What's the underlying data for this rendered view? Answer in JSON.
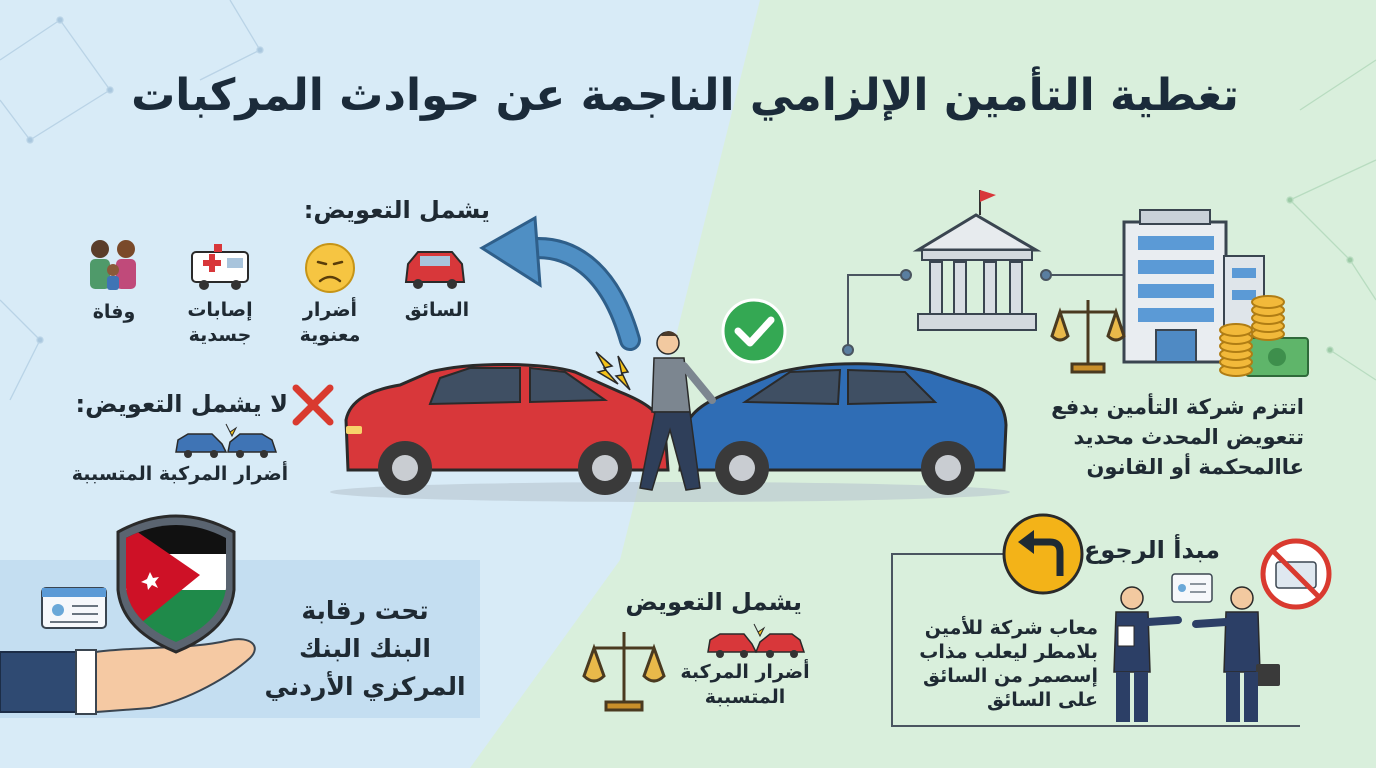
{
  "title": "تغطية التأمين الإلزامي الناجمة عن حوادث المركبات",
  "includes": {
    "heading": "يشمل التعويض:",
    "items": [
      {
        "label": "السائق",
        "icon": "red-car-icon"
      },
      {
        "label": "أضرار\nمعنوية",
        "icon": "sad-face-icon"
      },
      {
        "label": "إصابات\nجسدية",
        "icon": "ambulance-icon"
      },
      {
        "label": "وفاة",
        "icon": "family-icon"
      }
    ]
  },
  "excludes": {
    "heading": "لا يشمل التعويض:",
    "item": "أضرار المركبة المتسببة"
  },
  "company": {
    "text": "اتتزم شركة التأمين بدفع\nتتعويض المحدث محديد\nعاالمحكمة أو القانون"
  },
  "supervision": {
    "text": "تحت رقابة\nالبنك البنك\nالمركزي الأردني"
  },
  "compensation_bottom": {
    "heading": "يشمل التعويض",
    "item": "أضرار المركبة\nالمتسببة"
  },
  "recourse": {
    "heading": "مبدأ الرجوع",
    "text": "معاب شركة للأمين\nبلامطر ليعلب مذاب\nإسصمر من السائق\nعلى السائق"
  },
  "colors": {
    "left_bg": "#d8ebf7",
    "right_bg": "#d9efdc",
    "red_car": "#d8373a",
    "blue_car": "#2f6db5",
    "check_green": "#34a853",
    "cross_red": "#d93a2f",
    "sign_yellow": "#f3b318"
  }
}
